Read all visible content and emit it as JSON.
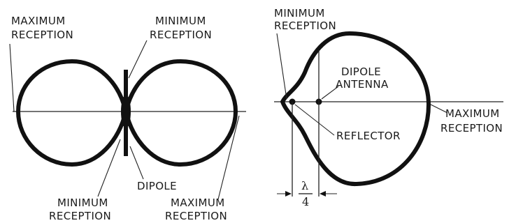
{
  "left_diagram": {
    "top_left_label": [
      "MAXIMUM",
      "RECEPTION"
    ],
    "top_center_label": [
      "MINIMUM",
      "RECEPTION"
    ],
    "bottom_center_label": [
      "MINIMUM",
      "RECEPTION"
    ],
    "dipole_label": "DIPOLE",
    "bottom_right_label": [
      "MAXIMUM",
      "RECEPTION"
    ]
  },
  "right_diagram": {
    "top_left_label": [
      "MINIMUM",
      "RECEPTION"
    ],
    "dipole_antenna_label": [
      "DIPOLE",
      "ANTENNA"
    ],
    "right_label": [
      "MAXIMUM",
      "RECEPTION"
    ],
    "reflector_label": "REFLECTOR",
    "spacing_numerator": "λ",
    "spacing_denominator": "4"
  }
}
